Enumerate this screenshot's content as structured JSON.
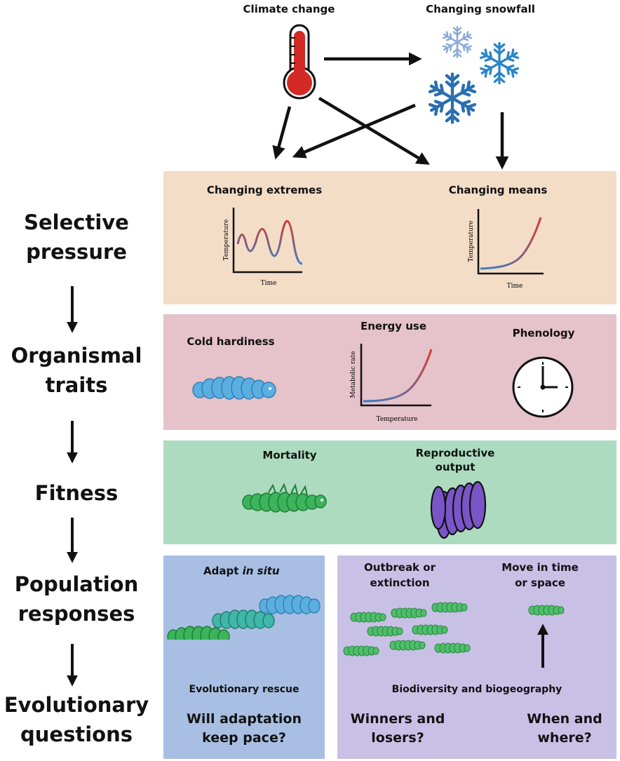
{
  "top": {
    "climate_change": "Climate change",
    "changing_snowfall": "Changing snowfall"
  },
  "left": {
    "selective": "Selective",
    "pressure": "pressure",
    "organismal": "Organismal",
    "traits": "traits",
    "fitness": "Fitness",
    "population": "Population",
    "responses": "responses",
    "evolutionary": "Evolutionary",
    "questions": "questions"
  },
  "selective": {
    "extremes_title": "Changing extremes",
    "means_title": "Changing means",
    "temperature": "Temperature",
    "time": "Time"
  },
  "traits": {
    "cold_hardiness": "Cold hardiness",
    "energy_use": "Energy use",
    "phenology": "Phenology",
    "metabolic_rate": "Metabolic rate",
    "temperature": "Temperature"
  },
  "fitness": {
    "mortality": "Mortality",
    "reproductive_1": "Reproductive",
    "reproductive_2": "output"
  },
  "population": {
    "adapt_prefix": "Adapt ",
    "adapt_italic": "in situ",
    "outbreak_1": "Outbreak or",
    "outbreak_2": "extinction",
    "move_1": "Move in time",
    "move_2": "or space",
    "evolutionary_rescue": "Evolutionary rescue",
    "biodiversity": "Biodiversity and biogeography"
  },
  "questions": {
    "q1_line1": "Will adaptation",
    "q1_line2": "keep pace?",
    "q2_line1": "Winners and",
    "q2_line2": "losers?",
    "q3_line1": "When and",
    "q3_line2": "where?"
  },
  "colors": {
    "selective_bg": "#f3ddc7",
    "traits_bg": "#e6c2cb",
    "fitness_bg": "#acdbbf",
    "adapt_bg": "#a8bfe3",
    "diversity_bg": "#c9c0e6",
    "thermometer_red": "#d42a26",
    "snow_blue": "#2a6fb0",
    "larva_blue": "#5aafe0",
    "larva_green": "#3cb45a",
    "larva_teal": "#3fb7a9",
    "eggs_purple": "#7a55c8",
    "curve_start": "#3d7dc6",
    "curve_end": "#d63a2e"
  }
}
